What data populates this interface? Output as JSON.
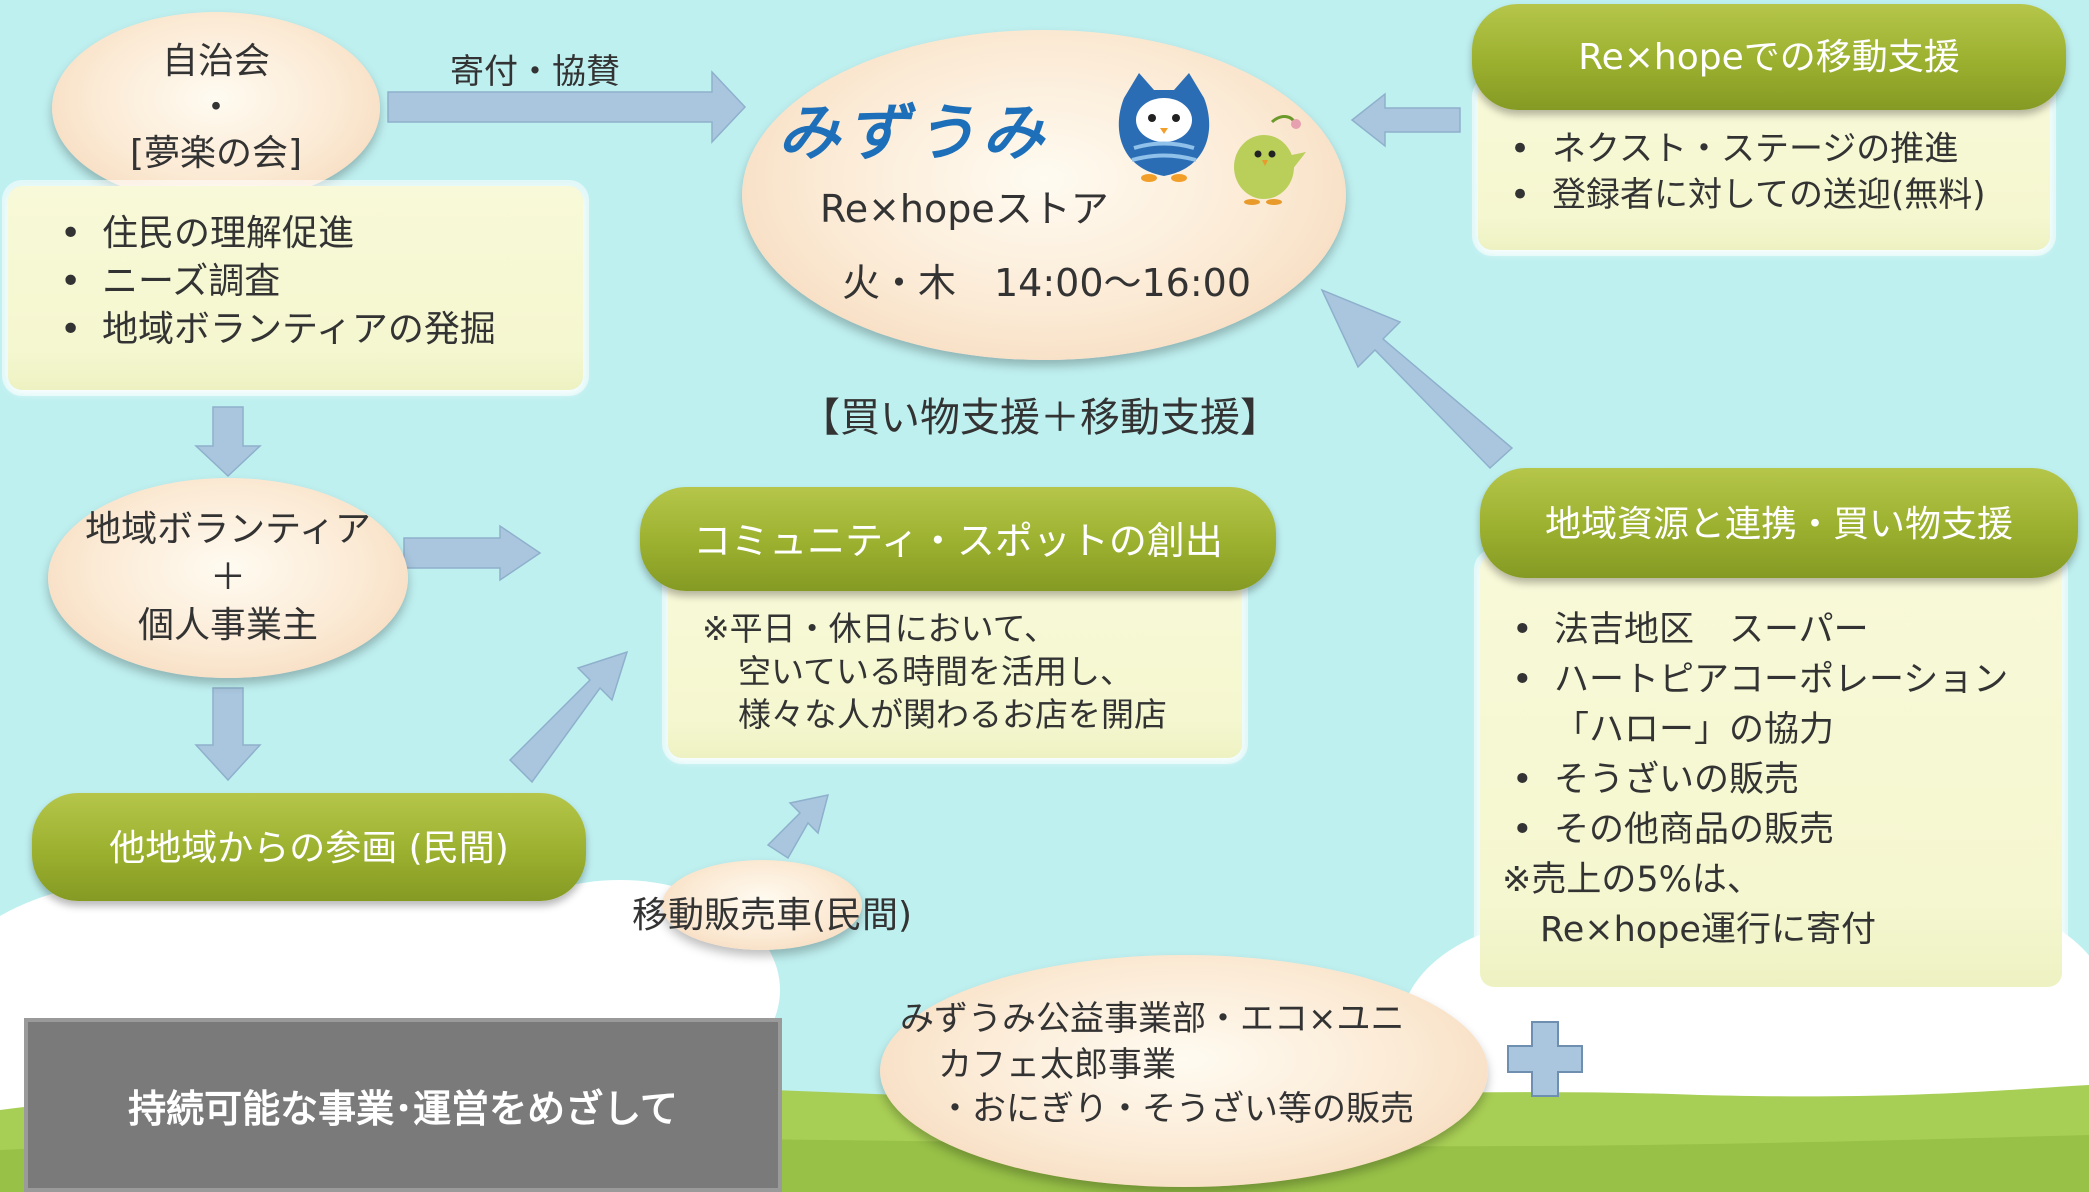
{
  "top_left_oval": {
    "line1": "自治会",
    "line2": "・",
    "line3": "[夢楽の会]"
  },
  "top_left_bullets": [
    "住民の理解促進",
    "ニーズ調査",
    "地域ボランティアの発掘"
  ],
  "donation_label": "寄付・協賛",
  "center_oval": {
    "brand": "みずうみ",
    "store": "Re×hopeストア",
    "hours": "火・木　14:00～16:00"
  },
  "center_caption": "【買い物支援＋移動支援】",
  "mobility_support": {
    "title": "Re×hopeでの移動支援",
    "items": [
      "ネクスト・ステージの推進",
      "登録者に対しての送迎(無料)"
    ]
  },
  "volunteer_oval": {
    "line1": "地域ボランティア",
    "line2": "＋",
    "line3": "個人事業主"
  },
  "community_spot": {
    "title": "コミュニティ・スポットの創出",
    "lines": [
      "※平日・休日において、",
      "空いている時間を活用し、",
      "様々な人が関わるお店を開店"
    ]
  },
  "local_resources": {
    "title": "地域資源と連携・買い物支援",
    "items": [
      "法吉地区　スーパー",
      "ハートピアコーポレーション",
      "そうざいの販売",
      "その他商品の販売"
    ],
    "item2_cont": "「ハロー」の協力",
    "note1": "※売上の5%は、",
    "note2": "Re×hope運行に寄付"
  },
  "other_region": {
    "label": "他地域からの参画 (民間)"
  },
  "mobile_sales": {
    "label": "移動販売車(民間)"
  },
  "bottom_oval": {
    "line1": "みずうみ公益事業部・エコ×ユニ",
    "line2": "カフェ太郎事業",
    "line3": "・おにぎり・そうざい等の販売"
  },
  "sustainable_box": {
    "label": "持続可能な事業･運営をめざして"
  },
  "colors": {
    "sky": "#bff0f0",
    "band_green": "#9cb02f",
    "arrow_blue": "#a9c6de",
    "cream": "#f6f8d2",
    "gray_box": "#7a7a7a",
    "brand_blue": "#1c6fb8"
  },
  "icons": [
    "owl-mascot-icon",
    "bird-mascot-icon",
    "plus-icon"
  ]
}
